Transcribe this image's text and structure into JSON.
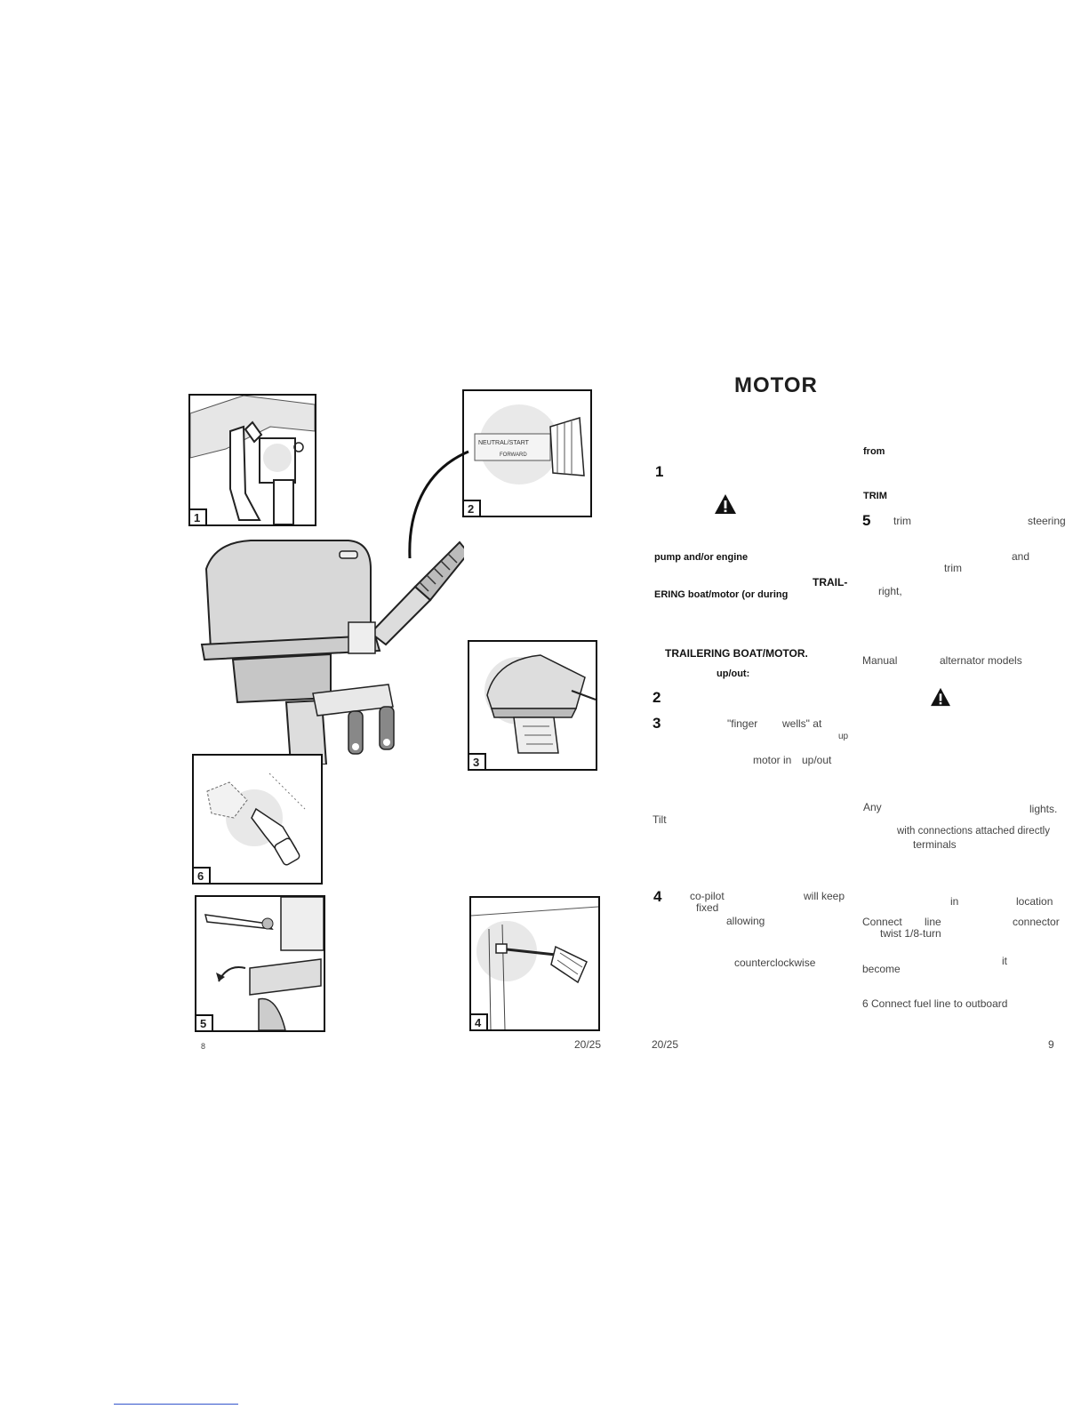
{
  "page": {
    "heading": "MOTOR",
    "left_page_number": "8",
    "left_footer_code": "20/25",
    "right_footer_code": "20/25",
    "right_page_number": "9"
  },
  "figures": {
    "fig1": "1",
    "fig2": "2",
    "fig3": "3",
    "fig4": "4",
    "fig5": "5",
    "fig6": "6",
    "shift_label_neutral": "NEUTRAL/START",
    "shift_label_forward": "FORWARD"
  },
  "left_column": {
    "step1": "1",
    "pump_engine": "pump and/or engine",
    "trail": "TRAIL-",
    "eringboat": "ERING boat/motor (or during",
    "trailering": "TRAILERING BOAT/MOTOR.",
    "up_out": "up/out:",
    "step2": "2",
    "step3": "3",
    "finger": "\"finger",
    "wells_at": "wells\" at",
    "up": "up",
    "motor_in": "motor in",
    "up_out2": "up/out",
    "tilt": "Tilt",
    "step4": "4",
    "co_pilot": "co-pilot",
    "will_keep": "will keep",
    "fixed": "fixed",
    "allowing": "allowing",
    "counterclockwise": "counterclockwise"
  },
  "right_column": {
    "from": "from",
    "trim_heading": "TRIM",
    "step5": "5",
    "trim": "trim",
    "steering": "steering",
    "and": "and",
    "trim2": "trim",
    "right": "right,",
    "manual": "Manual",
    "alternator_models": "alternator models",
    "any": "Any",
    "lights": "lights.",
    "with_connections": "with connections attached directly",
    "terminals": "terminals",
    "in": "in",
    "location": "location",
    "connect": "Connect",
    "line": "line",
    "connector": "connector",
    "twist": "twist 1/8-turn",
    "it": "it",
    "become": "become",
    "step6_text": "6 Connect fuel line to outboard"
  }
}
